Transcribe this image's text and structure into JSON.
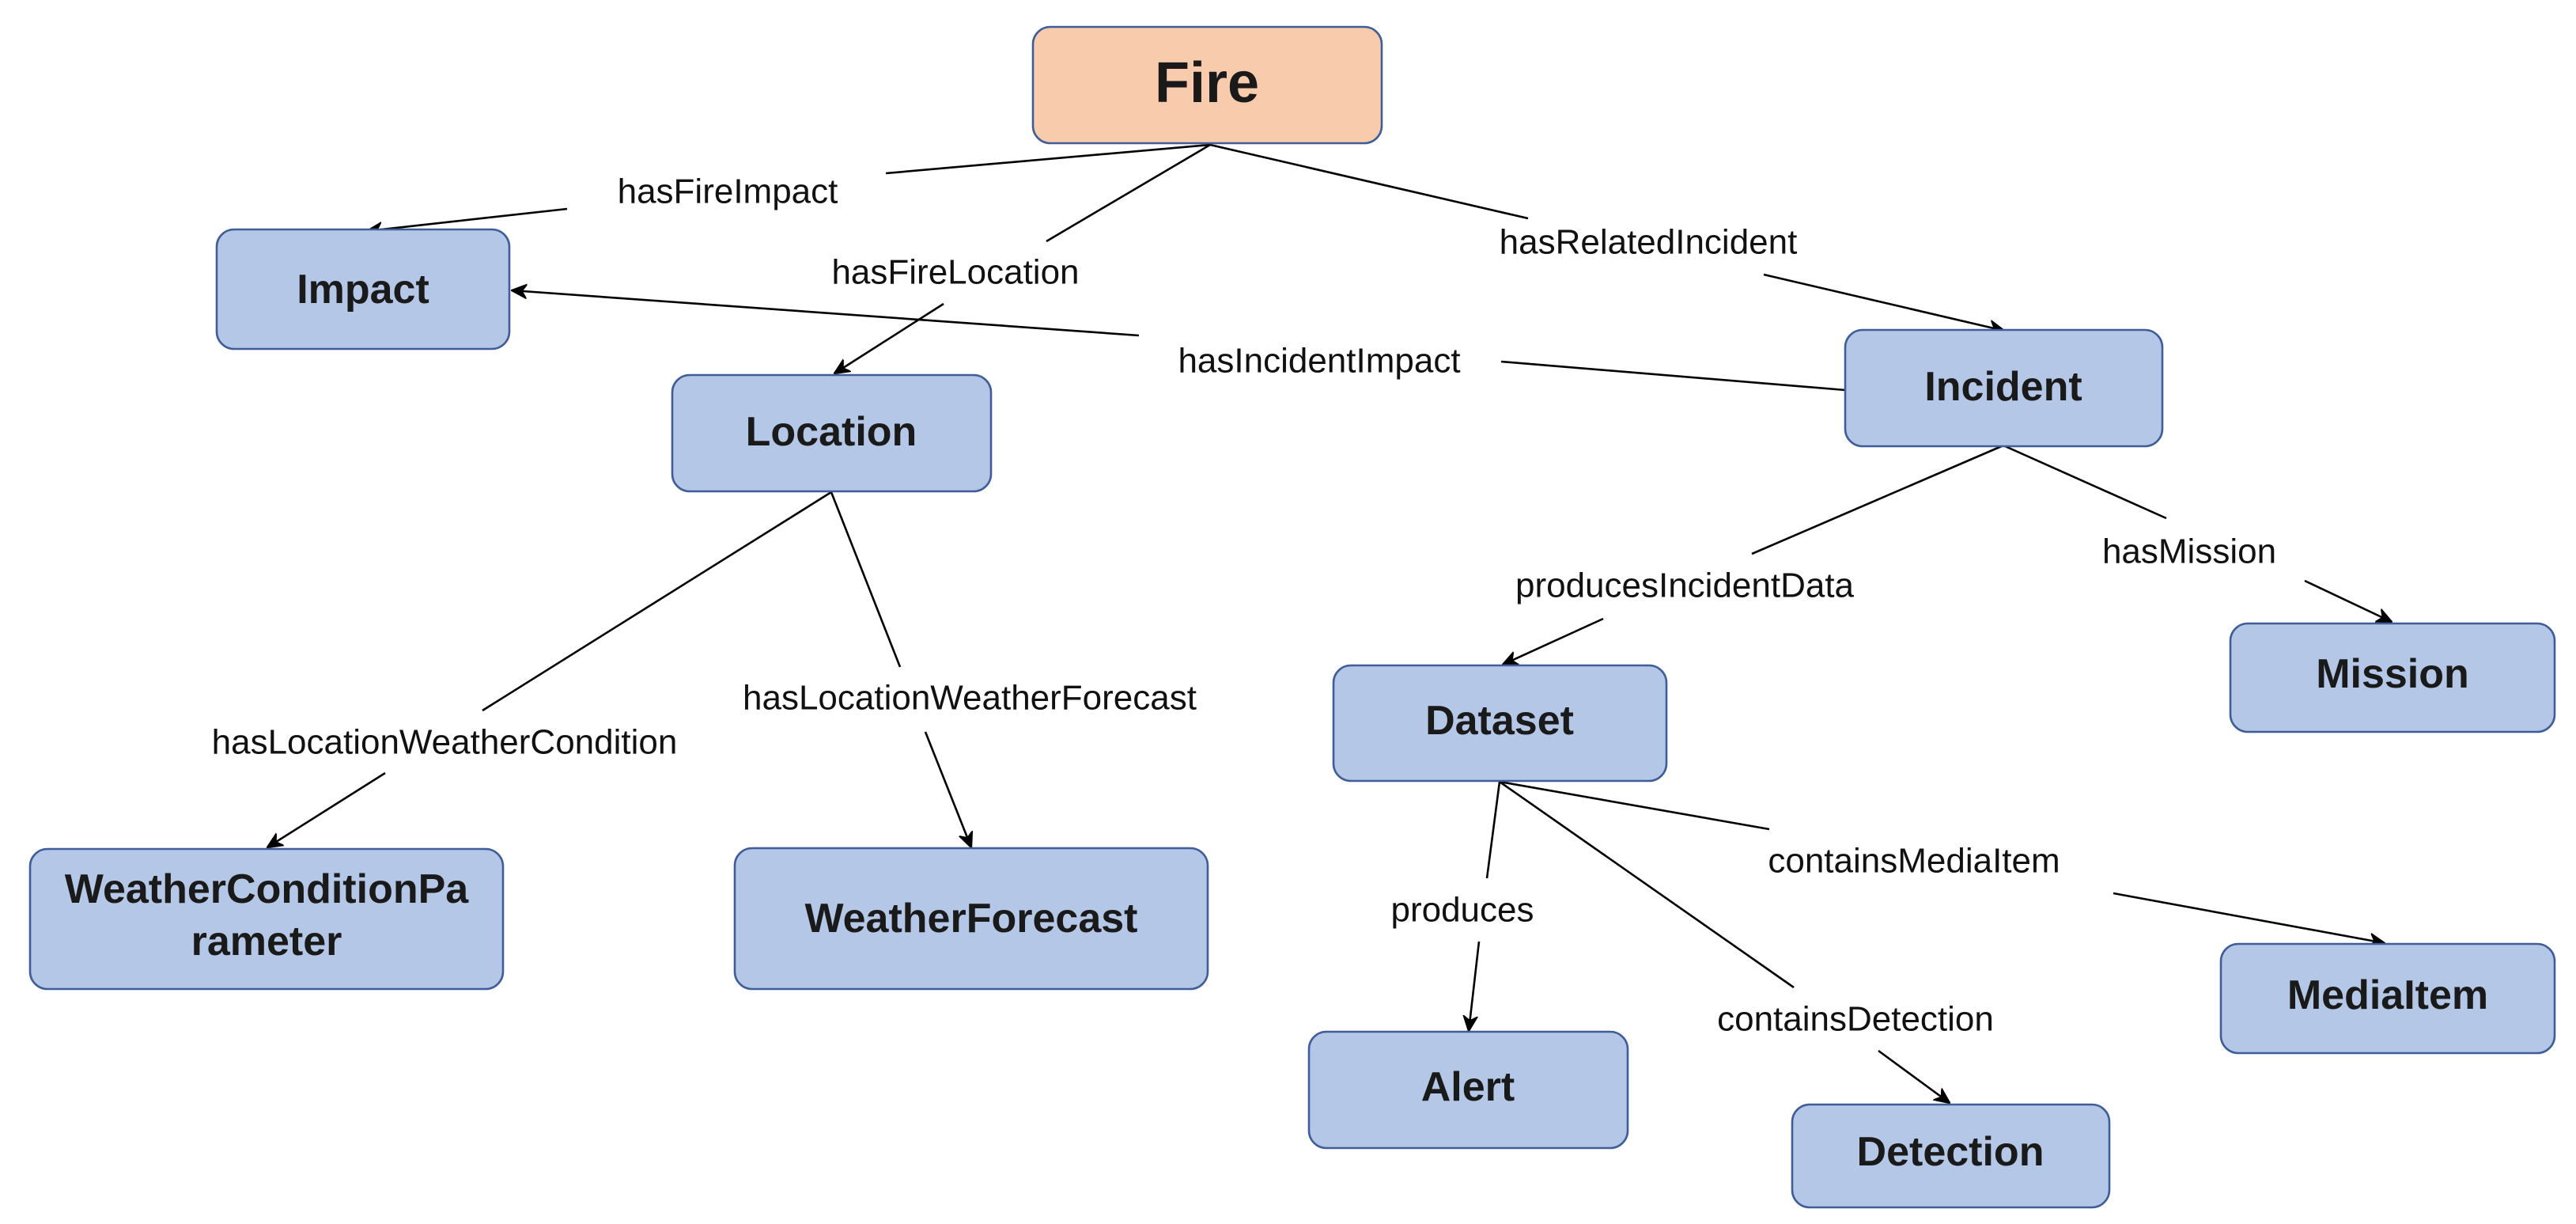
{
  "colors": {
    "root_fill": "#f8cbad",
    "root_border": "#3f5d98",
    "node_fill": "#b4c7e7",
    "node_border": "#3f5d98",
    "edge": "#000000"
  },
  "nodes": {
    "fire": {
      "label": "Fire"
    },
    "impact": {
      "label": "Impact"
    },
    "location": {
      "label": "Location"
    },
    "incident": {
      "label": "Incident"
    },
    "mission": {
      "label": "Mission"
    },
    "dataset": {
      "label": "Dataset"
    },
    "weather_condition": {
      "label_line1": "WeatherConditionPa",
      "label_line2": "rameter"
    },
    "weather_forecast": {
      "label": "WeatherForecast"
    },
    "alert": {
      "label": "Alert"
    },
    "detection": {
      "label": "Detection"
    },
    "media_item": {
      "label": "MediaItem"
    }
  },
  "edges": {
    "has_fire_impact": {
      "label": "hasFireImpact",
      "from": "Fire",
      "to": "Impact"
    },
    "has_fire_location": {
      "label": "hasFireLocation",
      "from": "Fire",
      "to": "Location"
    },
    "has_related_incident": {
      "label": "hasRelatedIncident",
      "from": "Fire",
      "to": "Incident"
    },
    "has_incident_impact": {
      "label": "hasIncidentImpact",
      "from": "Incident",
      "to": "Impact"
    },
    "produces_incident_data": {
      "label": "producesIncidentData",
      "from": "Incident",
      "to": "Dataset"
    },
    "has_mission": {
      "label": "hasMission",
      "from": "Incident",
      "to": "Mission"
    },
    "has_location_weather_condition": {
      "label": "hasLocationWeatherCondition",
      "from": "Location",
      "to": "WeatherConditionParameter"
    },
    "has_location_weather_forecast": {
      "label": "hasLocationWeatherForecast",
      "from": "Location",
      "to": "WeatherForecast"
    },
    "produces": {
      "label": "produces",
      "from": "Dataset",
      "to": "Alert"
    },
    "contains_detection": {
      "label": "containsDetection",
      "from": "Dataset",
      "to": "Detection"
    },
    "contains_media_item": {
      "label": "containsMediaItem",
      "from": "Dataset",
      "to": "MediaItem"
    }
  }
}
